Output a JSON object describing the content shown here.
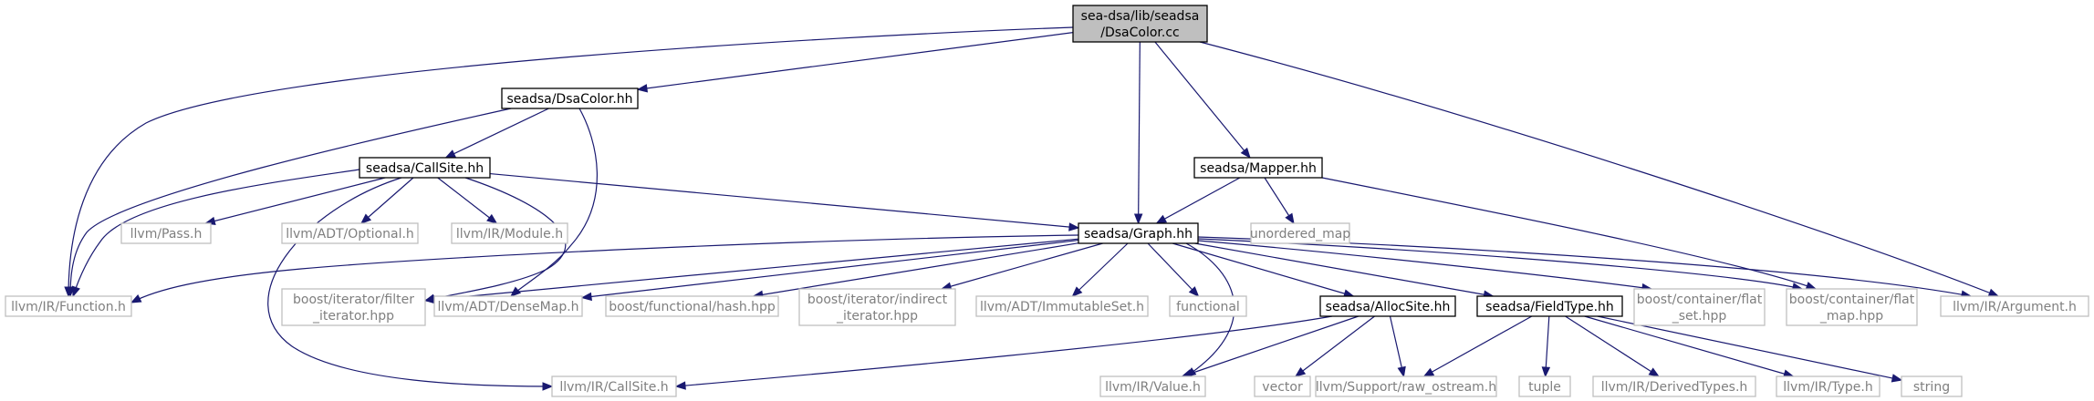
{
  "colors": {
    "edge": "#191970",
    "documented_border": "#000000",
    "external_border": "#bfbfbf",
    "external_text": "#7f7f7f",
    "root_fill": "#bfbfbf",
    "text": "#000000"
  },
  "nodes": [
    {
      "id": "dsacolor_cc",
      "lines": [
        "sea-dsa/lib/seadsa",
        "/DsaColor.cc"
      ],
      "kind": "root"
    },
    {
      "id": "dsacolor_hh",
      "lines": [
        "seadsa/DsaColor.hh"
      ],
      "kind": "documented"
    },
    {
      "id": "callsite_hh",
      "lines": [
        "seadsa/CallSite.hh"
      ],
      "kind": "documented"
    },
    {
      "id": "mapper_hh",
      "lines": [
        "seadsa/Mapper.hh"
      ],
      "kind": "documented"
    },
    {
      "id": "graph_hh",
      "lines": [
        "seadsa/Graph.hh"
      ],
      "kind": "documented"
    },
    {
      "id": "allocsite_hh",
      "lines": [
        "seadsa/AllocSite.hh"
      ],
      "kind": "documented"
    },
    {
      "id": "fieldtype_hh",
      "lines": [
        "seadsa/FieldType.hh"
      ],
      "kind": "documented"
    },
    {
      "id": "llvm_function",
      "lines": [
        "llvm/IR/Function.h"
      ],
      "kind": "external"
    },
    {
      "id": "llvm_pass",
      "lines": [
        "llvm/Pass.h"
      ],
      "kind": "external"
    },
    {
      "id": "llvm_optional",
      "lines": [
        "llvm/ADT/Optional.h"
      ],
      "kind": "external"
    },
    {
      "id": "llvm_module",
      "lines": [
        "llvm/IR/Module.h"
      ],
      "kind": "external"
    },
    {
      "id": "unordered_map",
      "lines": [
        "unordered_map"
      ],
      "kind": "external"
    },
    {
      "id": "boost_filter_iter",
      "lines": [
        "boost/iterator/filter",
        "_iterator.hpp"
      ],
      "kind": "external"
    },
    {
      "id": "llvm_densemap",
      "lines": [
        "llvm/ADT/DenseMap.h"
      ],
      "kind": "external"
    },
    {
      "id": "boost_hash",
      "lines": [
        "boost/functional/hash.hpp"
      ],
      "kind": "external"
    },
    {
      "id": "boost_indirect_iter",
      "lines": [
        "boost/iterator/indirect",
        "_iterator.hpp"
      ],
      "kind": "external"
    },
    {
      "id": "llvm_immutableset",
      "lines": [
        "llvm/ADT/ImmutableSet.h"
      ],
      "kind": "external"
    },
    {
      "id": "functional",
      "lines": [
        "functional"
      ],
      "kind": "external"
    },
    {
      "id": "boost_flat_set",
      "lines": [
        "boost/container/flat",
        "_set.hpp"
      ],
      "kind": "external"
    },
    {
      "id": "boost_flat_map",
      "lines": [
        "boost/container/flat",
        "_map.hpp"
      ],
      "kind": "external"
    },
    {
      "id": "llvm_argument",
      "lines": [
        "llvm/IR/Argument.h"
      ],
      "kind": "external"
    },
    {
      "id": "llvm_callsite",
      "lines": [
        "llvm/IR/CallSite.h"
      ],
      "kind": "external"
    },
    {
      "id": "llvm_value",
      "lines": [
        "llvm/IR/Value.h"
      ],
      "kind": "external"
    },
    {
      "id": "vector",
      "lines": [
        "vector"
      ],
      "kind": "external"
    },
    {
      "id": "raw_ostream",
      "lines": [
        "llvm/Support/raw_ostream.h"
      ],
      "kind": "external"
    },
    {
      "id": "tuple",
      "lines": [
        "tuple"
      ],
      "kind": "external"
    },
    {
      "id": "llvm_derivedtypes",
      "lines": [
        "llvm/IR/DerivedTypes.h"
      ],
      "kind": "external"
    },
    {
      "id": "llvm_type",
      "lines": [
        "llvm/IR/Type.h"
      ],
      "kind": "external"
    },
    {
      "id": "string",
      "lines": [
        "string"
      ],
      "kind": "external"
    }
  ],
  "edges": [
    {
      "from": "dsacolor_cc",
      "to": "dsacolor_hh"
    },
    {
      "from": "dsacolor_cc",
      "to": "llvm_function"
    },
    {
      "from": "dsacolor_cc",
      "to": "graph_hh"
    },
    {
      "from": "dsacolor_cc",
      "to": "mapper_hh"
    },
    {
      "from": "dsacolor_cc",
      "to": "llvm_argument"
    },
    {
      "from": "dsacolor_hh",
      "to": "callsite_hh"
    },
    {
      "from": "dsacolor_hh",
      "to": "llvm_function"
    },
    {
      "from": "dsacolor_hh",
      "to": "llvm_densemap"
    },
    {
      "from": "callsite_hh",
      "to": "llvm_pass"
    },
    {
      "from": "callsite_hh",
      "to": "llvm_optional"
    },
    {
      "from": "callsite_hh",
      "to": "llvm_module"
    },
    {
      "from": "callsite_hh",
      "to": "graph_hh"
    },
    {
      "from": "callsite_hh",
      "to": "llvm_function"
    },
    {
      "from": "callsite_hh",
      "to": "boost_filter_iter"
    },
    {
      "from": "callsite_hh",
      "to": "llvm_callsite"
    },
    {
      "from": "mapper_hh",
      "to": "graph_hh"
    },
    {
      "from": "mapper_hh",
      "to": "unordered_map"
    },
    {
      "from": "mapper_hh",
      "to": "boost_flat_map"
    },
    {
      "from": "graph_hh",
      "to": "llvm_function"
    },
    {
      "from": "graph_hh",
      "to": "boost_filter_iter"
    },
    {
      "from": "graph_hh",
      "to": "llvm_densemap"
    },
    {
      "from": "graph_hh",
      "to": "boost_hash"
    },
    {
      "from": "graph_hh",
      "to": "boost_indirect_iter"
    },
    {
      "from": "graph_hh",
      "to": "llvm_immutableset"
    },
    {
      "from": "graph_hh",
      "to": "functional"
    },
    {
      "from": "graph_hh",
      "to": "allocsite_hh"
    },
    {
      "from": "graph_hh",
      "to": "fieldtype_hh"
    },
    {
      "from": "graph_hh",
      "to": "boost_flat_set"
    },
    {
      "from": "graph_hh",
      "to": "boost_flat_map"
    },
    {
      "from": "graph_hh",
      "to": "llvm_argument"
    },
    {
      "from": "graph_hh",
      "to": "llvm_value"
    },
    {
      "from": "allocsite_hh",
      "to": "llvm_callsite"
    },
    {
      "from": "allocsite_hh",
      "to": "llvm_value"
    },
    {
      "from": "allocsite_hh",
      "to": "vector"
    },
    {
      "from": "allocsite_hh",
      "to": "raw_ostream"
    },
    {
      "from": "fieldtype_hh",
      "to": "raw_ostream"
    },
    {
      "from": "fieldtype_hh",
      "to": "tuple"
    },
    {
      "from": "fieldtype_hh",
      "to": "llvm_derivedtypes"
    },
    {
      "from": "fieldtype_hh",
      "to": "llvm_type"
    },
    {
      "from": "fieldtype_hh",
      "to": "string"
    }
  ]
}
